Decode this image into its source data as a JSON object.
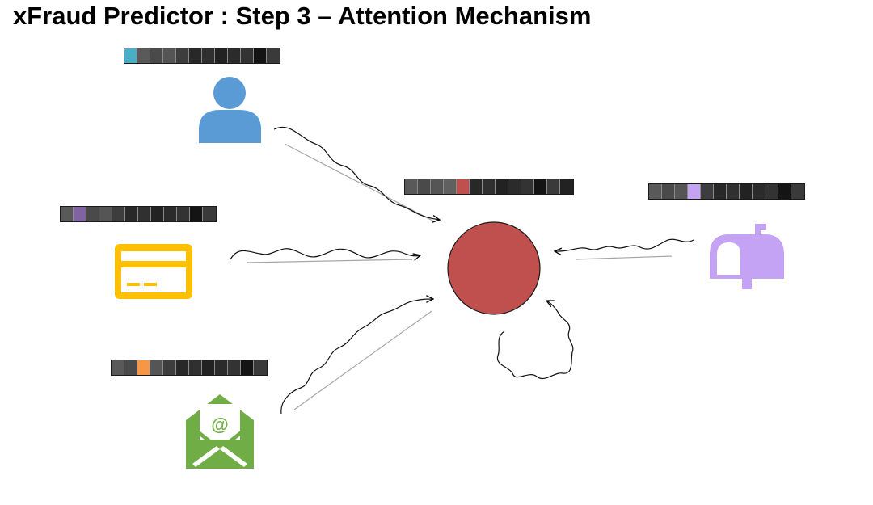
{
  "title": "xFraud Predictor : Step 3 – Attention Mechanism",
  "colors": {
    "user": "#5b9bd5",
    "card": "#ffc000",
    "email": "#70ad47",
    "address": "#c5a3f4",
    "center_node": "#c0504d",
    "user_accent": "#4aaec6",
    "card_accent": "#8064a2",
    "email_accent": "#f79646",
    "center_accent": "#c0504d",
    "address_accent": "#c5a3f4"
  },
  "icons": [
    "user-icon",
    "credit-card-icon",
    "email-icon",
    "mailbox-icon"
  ],
  "feature_bars": [
    {
      "node": "user",
      "cells": [
        "#4aaec6",
        "#5a5a5a",
        "#4a4a4a",
        "#555555",
        "#3d3d3d",
        "#282828",
        "#303030",
        "#222222",
        "#2b2b2b",
        "#333333",
        "#141414",
        "#3a3a3a"
      ]
    },
    {
      "node": "card",
      "cells": [
        "#595959",
        "#8064a2",
        "#4a4a4a",
        "#555555",
        "#3d3d3d",
        "#282828",
        "#303030",
        "#222222",
        "#2b2b2b",
        "#333333",
        "#141414",
        "#3a3a3a"
      ]
    },
    {
      "node": "email",
      "cells": [
        "#595959",
        "#4a4a4a",
        "#f79646",
        "#555555",
        "#3d3d3d",
        "#282828",
        "#303030",
        "#222222",
        "#2b2b2b",
        "#333333",
        "#141414",
        "#3a3a3a"
      ]
    },
    {
      "node": "center",
      "cells": [
        "#595959",
        "#4a4a4a",
        "#555555",
        "#606060",
        "#c0504d",
        "#282828",
        "#303030",
        "#222222",
        "#2b2b2b",
        "#333333",
        "#141414",
        "#3a3a3a",
        "#222222"
      ]
    },
    {
      "node": "address",
      "cells": [
        "#595959",
        "#4a4a4a",
        "#555555",
        "#c5a3f4",
        "#3d3d3d",
        "#282828",
        "#303030",
        "#222222",
        "#2b2b2b",
        "#333333",
        "#141414",
        "#3a3a3a"
      ]
    }
  ]
}
